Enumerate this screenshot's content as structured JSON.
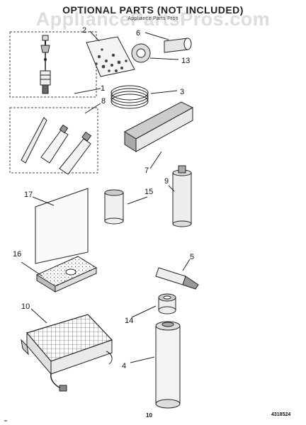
{
  "header": {
    "title": "OPTIONAL PARTS (NOT INCLUDED)",
    "subtitle": "Appliance Parts Pros",
    "watermark": "AppliancePartsPros.com"
  },
  "callouts": [
    "1",
    "2",
    "3",
    "4",
    "5",
    "6",
    "7",
    "8",
    "9",
    "10",
    "13",
    "14",
    "15",
    "16",
    "17"
  ],
  "footer": {
    "page_number": "10",
    "doc_number": "4318524"
  }
}
